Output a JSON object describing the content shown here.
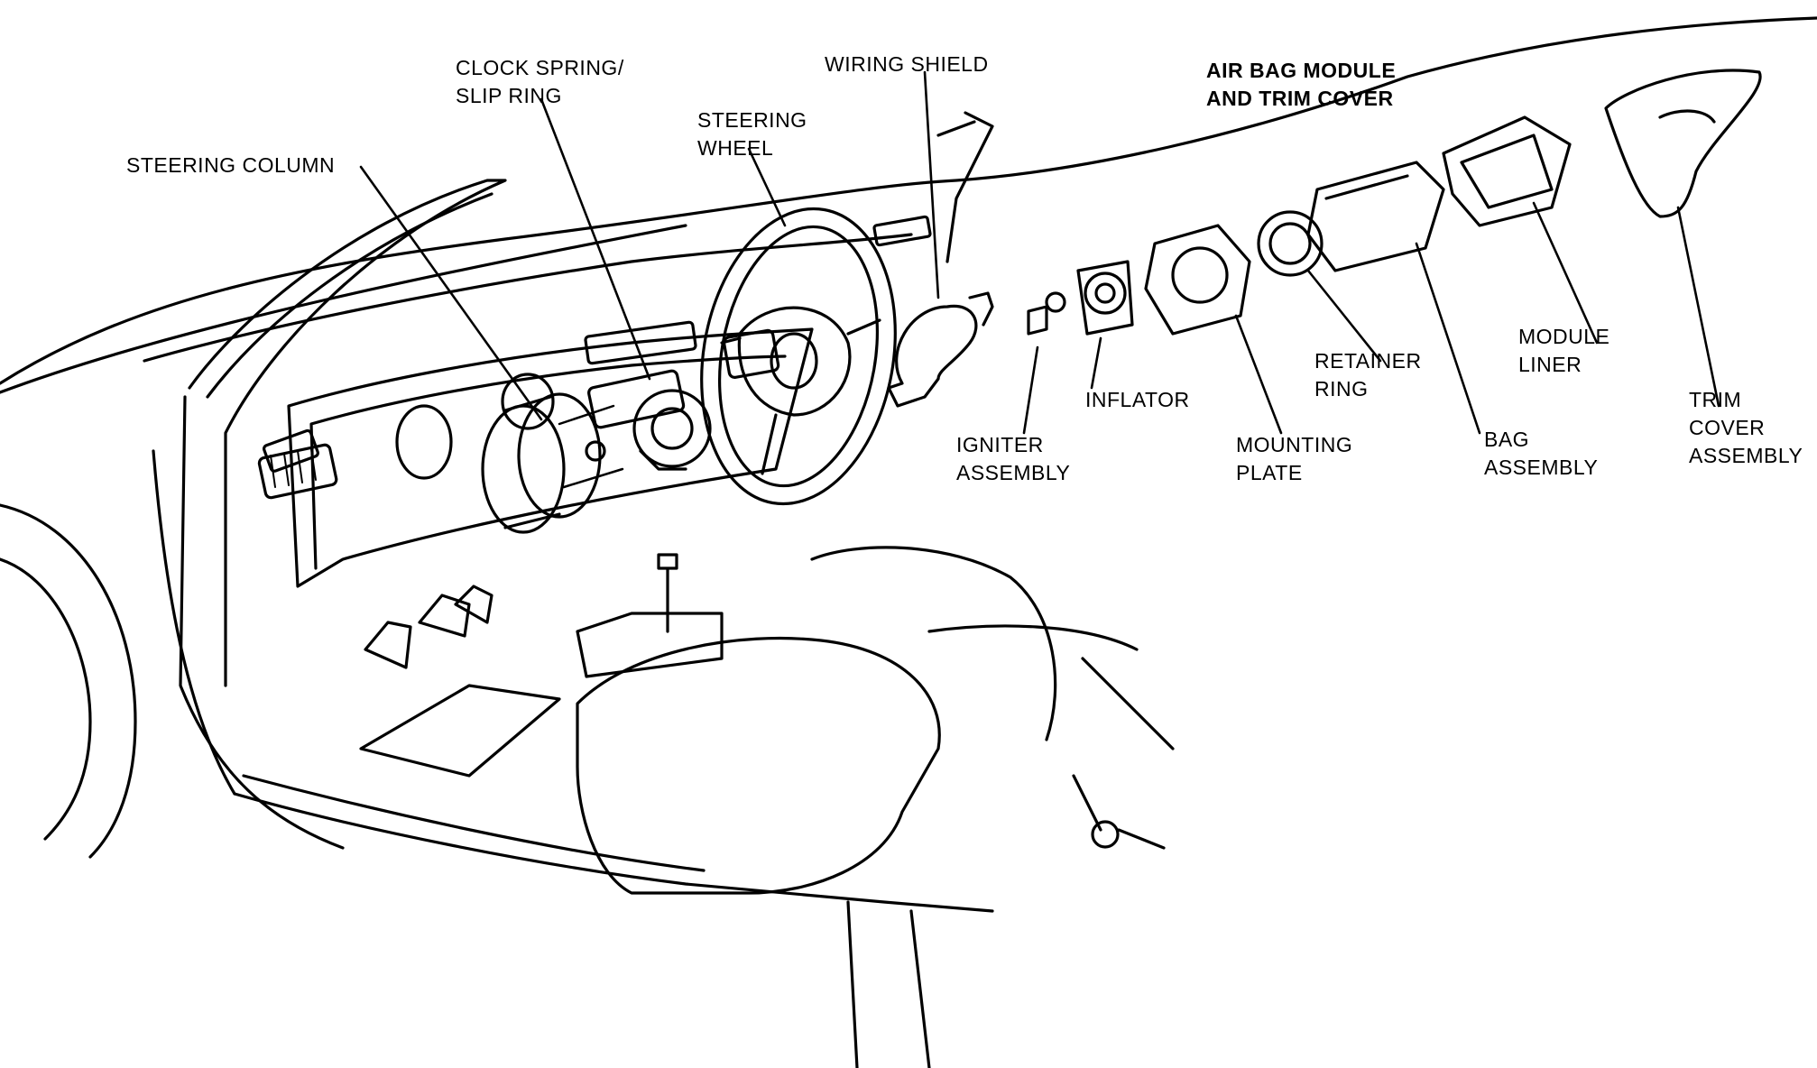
{
  "labels": {
    "steering_column": [
      "STEERING COLUMN"
    ],
    "clock_spring": [
      "CLOCK SPRING/",
      "SLIP RING"
    ],
    "wiring_shield": [
      "WIRING SHIELD"
    ],
    "steering_wheel": [
      "STEERING",
      "WHEEL"
    ],
    "airbag_module": [
      "AIR BAG MODULE",
      "AND TRIM COVER"
    ],
    "igniter": [
      "IGNITER",
      "ASSEMBLY"
    ],
    "inflator": [
      "INFLATOR"
    ],
    "mounting_plate": [
      "MOUNTING",
      "PLATE"
    ],
    "retainer_ring": [
      "RETAINER",
      "RING"
    ],
    "bag_assembly": [
      "BAG",
      "ASSEMBLY"
    ],
    "module_liner": [
      "MODULE",
      "LINER"
    ],
    "trim_cover": [
      "TRIM",
      "COVER",
      "ASSEMBLY"
    ]
  }
}
